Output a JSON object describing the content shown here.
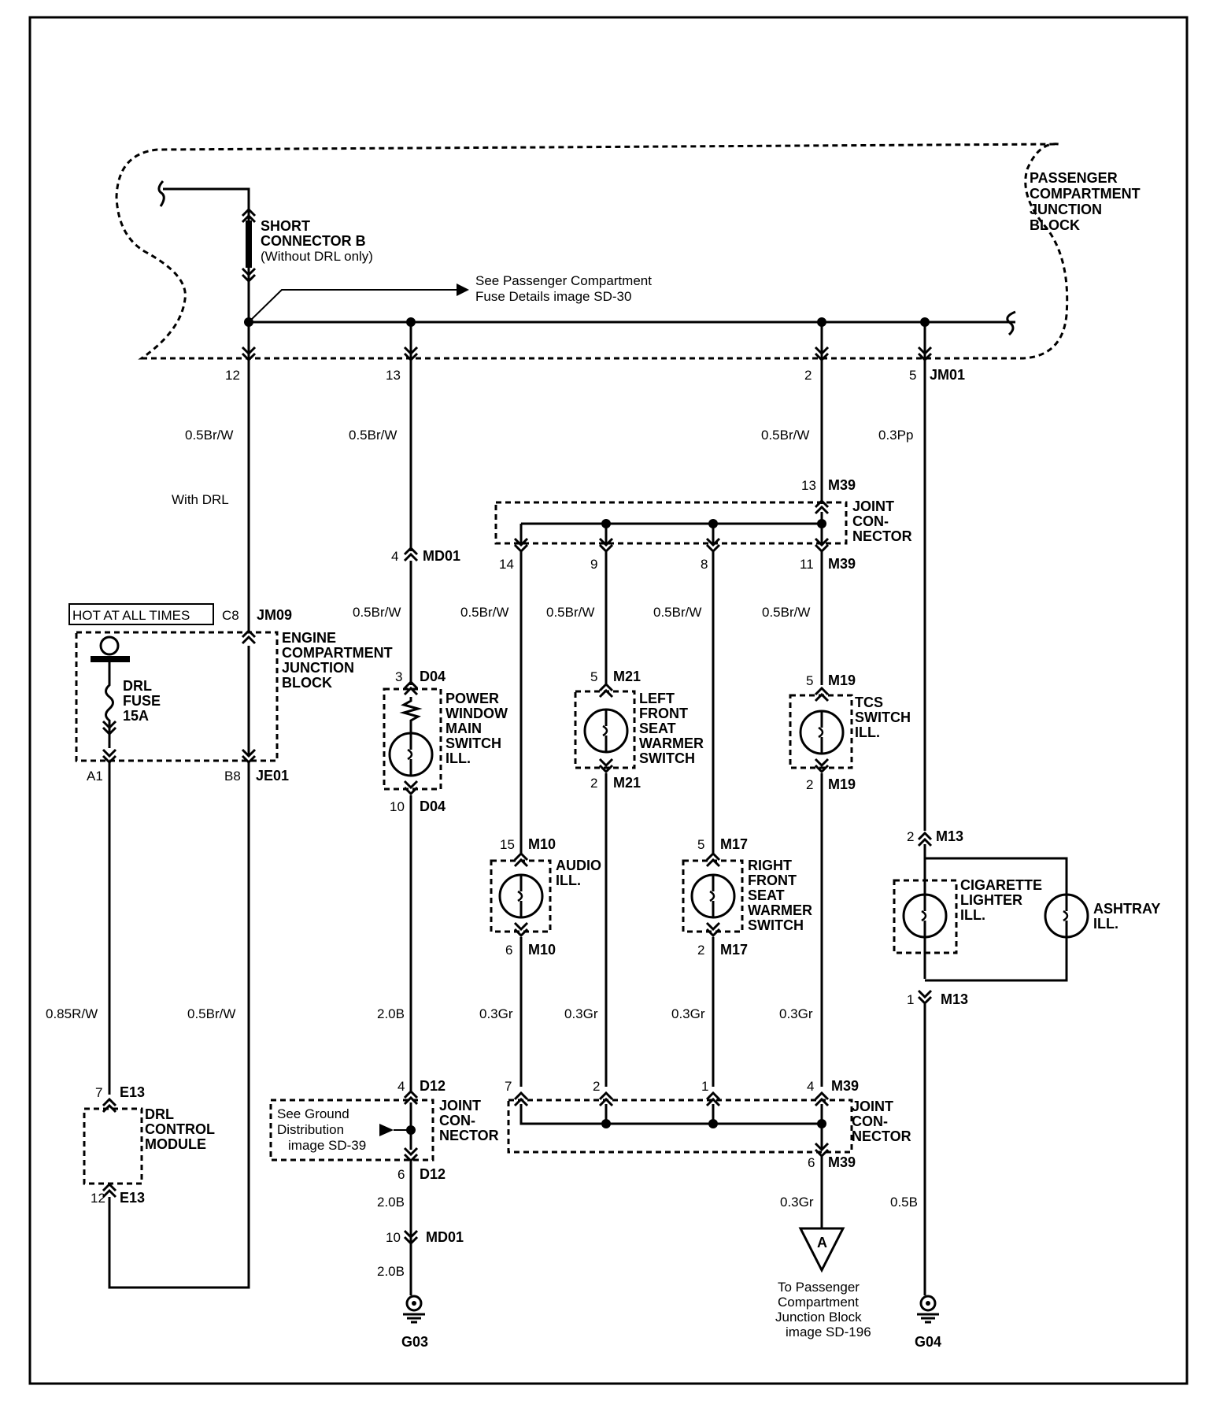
{
  "passenger_block": "PASSENGER COMPARTMENT JUNCTION BLOCK",
  "short_connector": {
    "line1": "SHORT",
    "line2": "CONNECTOR B",
    "line3": "(Without DRL only)"
  },
  "fuse_ref": {
    "line1": "See Passenger Compartment",
    "line2": "Fuse Details image SD-30"
  },
  "jb_pins": {
    "p12": "12",
    "p13": "13",
    "p2": "2",
    "p5": "5",
    "conn": "JM01"
  },
  "wires": {
    "w_12": "0.5Br/W",
    "w_13": "0.5Br/W",
    "w_2": "0.5Br/W",
    "w_5": "0.3Pp",
    "with_drl": "With DRL",
    "w_14": "0.5Br/W",
    "w_9": "0.5Br/W",
    "w_8": "0.5Br/W",
    "w_11": "0.5Br/W",
    "w_md01": "0.5Br/W",
    "w_r_w": "0.85R/W",
    "w_drl_b": "0.5Br/W",
    "w_d04_b": "2.0B",
    "w_gr1": "0.3Gr",
    "w_gr2": "0.3Gr",
    "w_gr3": "0.3Gr",
    "w_gr4": "0.3Gr",
    "w_d12_b": "2.0B",
    "w_md01_b": "2.0B",
    "w_a_gr": "0.3Gr",
    "w_g04_b": "0.5B"
  },
  "m39_top": {
    "pin13": "13",
    "conn": "M39",
    "pin14": "14",
    "pin9": "9",
    "pin8": "8",
    "pin11": "11",
    "conn2": "M39"
  },
  "joint_connector": {
    "line1": "JOINT",
    "line2": "CON-",
    "line3": "NECTOR"
  },
  "md01": {
    "pin": "4",
    "conn": "MD01"
  },
  "hot": "HOT AT ALL TIMES",
  "engine_block": {
    "pin": "C8",
    "conn": "JM09",
    "line1": "ENGINE",
    "line2": "COMPARTMENT",
    "line3": "JUNCTION",
    "line4": "BLOCK"
  },
  "drl_fuse": {
    "line1": "DRL",
    "line2": "FUSE",
    "line3": "15A"
  },
  "je01": {
    "a1": "A1",
    "b8": "B8",
    "conn": "JE01"
  },
  "power_window": {
    "pin_top": "3",
    "conn_top": "D04",
    "pin_bot": "10",
    "conn_bot": "D04",
    "line1": "POWER",
    "line2": "WINDOW",
    "line3": "MAIN",
    "line4": "SWITCH",
    "line5": "ILL."
  },
  "left_seat": {
    "pin_top": "5",
    "conn_top": "M21",
    "pin_bot": "2",
    "conn_bot": "M21",
    "line1": "LEFT",
    "line2": "FRONT",
    "line3": "SEAT",
    "line4": "WARMER",
    "line5": "SWITCH"
  },
  "tcs": {
    "pin_top": "5",
    "conn_top": "M19",
    "pin_bot": "2",
    "conn_bot": "M19",
    "line1": "TCS",
    "line2": "SWITCH",
    "line3": "ILL."
  },
  "audio": {
    "pin_top": "15",
    "conn_top": "M10",
    "pin_bot": "6",
    "conn_bot": "M10",
    "line1": "AUDIO",
    "line2": "ILL."
  },
  "right_seat": {
    "pin_top": "5",
    "conn_top": "M17",
    "pin_bot": "2",
    "conn_bot": "M17",
    "line1": "RIGHT",
    "line2": "FRONT",
    "line3": "SEAT",
    "line4": "WARMER",
    "line5": "SWITCH"
  },
  "cigarette": {
    "pin_top": "2",
    "conn_top": "M13",
    "pin_bot": "1",
    "conn_bot": "M13",
    "line1": "CIGARETTE",
    "line2": "LIGHTER",
    "line3": "ILL."
  },
  "ashtray": {
    "line1": "ASHTRAY",
    "line2": "ILL."
  },
  "drl_module": {
    "pin_top": "7",
    "conn_top": "E13",
    "pin_bot": "12",
    "conn_bot": "E13",
    "line1": "DRL",
    "line2": "CONTROL",
    "line3": "MODULE"
  },
  "d12": {
    "pin_top": "4",
    "conn_top": "D12",
    "pin_bot": "6",
    "conn_bot": "D12"
  },
  "ground_ref": {
    "line1": "See Ground",
    "line2": "Distribution",
    "line3": "image SD-39"
  },
  "md01_bot": {
    "pin": "10",
    "conn": "MD01"
  },
  "m39_bot": {
    "pin7": "7",
    "pin2": "2",
    "pin1": "1",
    "pin4": "4",
    "conn": "M39",
    "pin6": "6",
    "conn2": "M39"
  },
  "connector_a": {
    "letter": "A",
    "line1": "To Passenger",
    "line2": "Compartment",
    "line3": "Junction Block",
    "line4": "image SD-196"
  },
  "grounds": {
    "g03": "G03",
    "g04": "G04"
  }
}
